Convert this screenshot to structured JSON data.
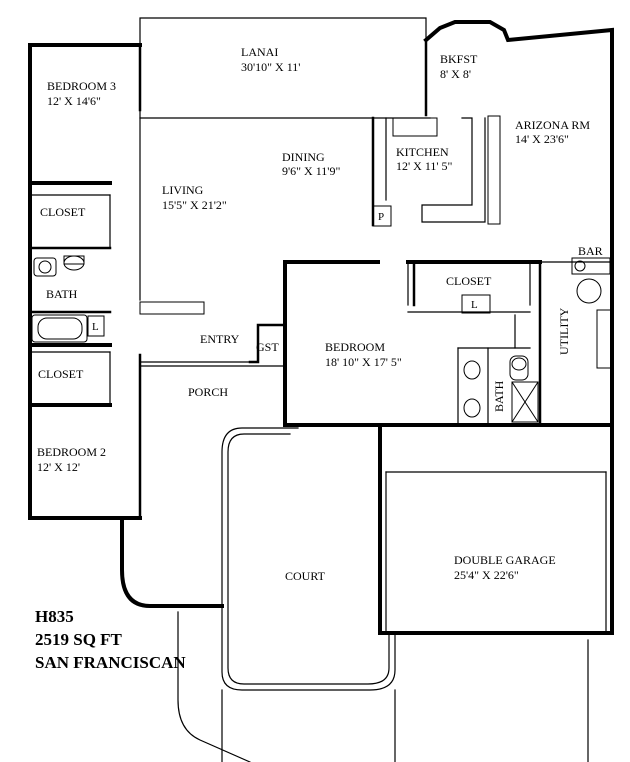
{
  "plan": {
    "rooms": [
      {
        "key": "lanai",
        "name": "LANAI",
        "dims": "30'10\" X 11'"
      },
      {
        "key": "bkfst",
        "name": "BKFST",
        "dims": "8' X 8'"
      },
      {
        "key": "bedroom3",
        "name": "BEDROOM 3",
        "dims": "12' X 14'6\""
      },
      {
        "key": "arizona",
        "name": "ARIZONA RM",
        "dims": "14' X 23'6\""
      },
      {
        "key": "dining",
        "name": "DINING",
        "dims": "9'6\" X 11'9\""
      },
      {
        "key": "kitchen",
        "name": "KITCHEN",
        "dims": "12' X 11' 5\""
      },
      {
        "key": "living",
        "name": "LIVING",
        "dims": "15'5\" X 21'2\""
      },
      {
        "key": "bedroom",
        "name": "BEDROOM",
        "dims": "18' 10\" X 17' 5\""
      },
      {
        "key": "bedroom2",
        "name": "BEDROOM 2",
        "dims": "12' X 12'"
      },
      {
        "key": "garage",
        "name": "DOUBLE GARAGE",
        "dims": "25'4\" X 22'6\""
      }
    ],
    "labels": {
      "closet_left_top": "CLOSET",
      "closet_left_bottom": "CLOSET",
      "closet_master": "CLOSET",
      "bath_left": "BATH",
      "bath_master": "BATH",
      "entry": "ENTRY",
      "gst": "GST",
      "porch": "PORCH",
      "bar": "BAR",
      "utility": "UTILITY",
      "court": "COURT",
      "pantry": "P",
      "linen_left": "L",
      "linen_master": "L"
    },
    "info": {
      "model": "H835",
      "area": "2519 SQ FT",
      "name": "SAN FRANCISCAN"
    }
  }
}
